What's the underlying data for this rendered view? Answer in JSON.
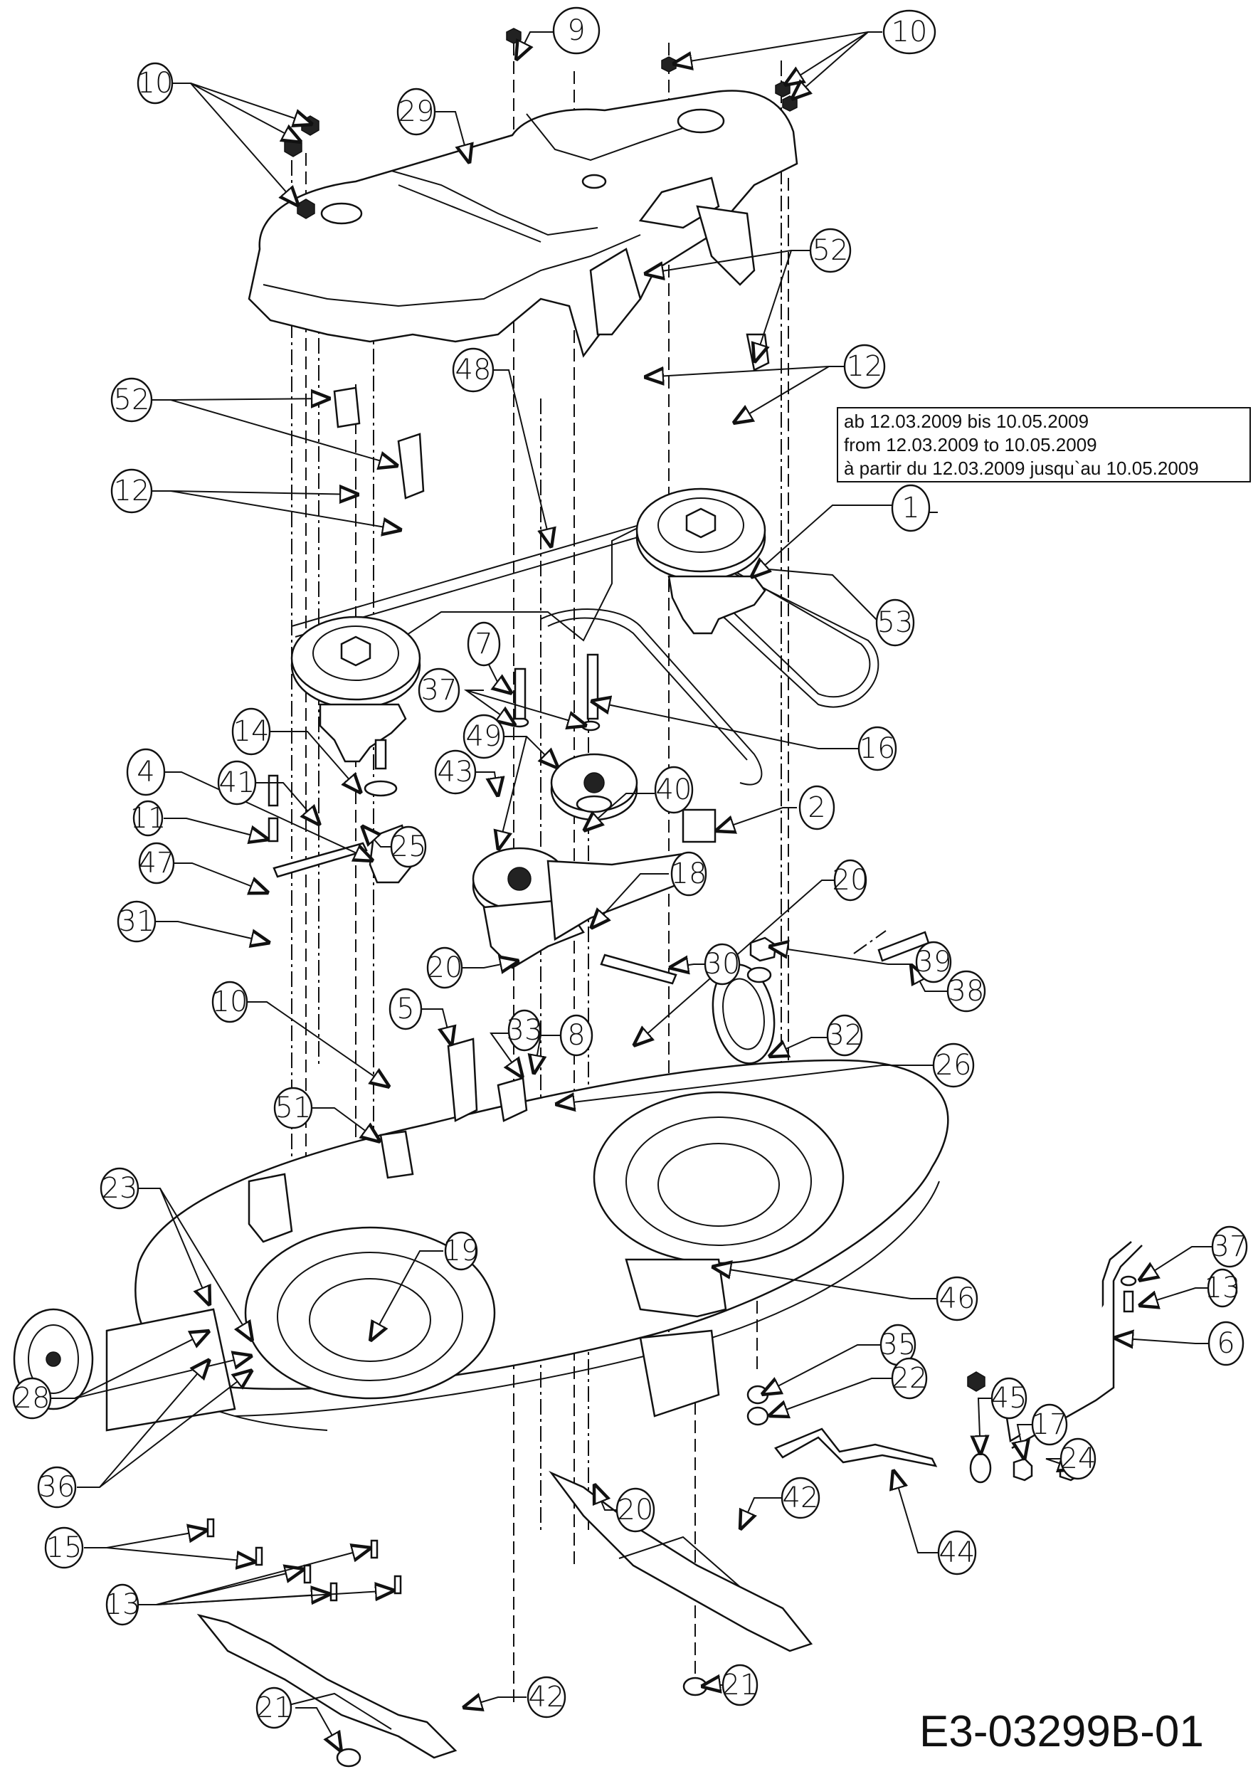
{
  "diagram": {
    "title": "Mower deck exploded parts diagram",
    "drawing_id": "E3-03299B-01",
    "validity_note": {
      "lines": [
        "ab 12.03.2009 bis 10.05.2009",
        "from 12.03.2009 to 10.05.2009",
        "à partir du 12.03.2009 jusqu`au 10.05.2009"
      ],
      "refers_to_part": "1"
    },
    "callouts": [
      {
        "id": "c9",
        "label": "9"
      },
      {
        "id": "c10a",
        "label": "10"
      },
      {
        "id": "c10b",
        "label": "10"
      },
      {
        "id": "c10c",
        "label": "10"
      },
      {
        "id": "c29",
        "label": "29"
      },
      {
        "id": "c52a",
        "label": "52"
      },
      {
        "id": "c52b",
        "label": "52"
      },
      {
        "id": "c12a",
        "label": "12"
      },
      {
        "id": "c12b",
        "label": "12"
      },
      {
        "id": "c1",
        "label": "1"
      },
      {
        "id": "c48",
        "label": "48"
      },
      {
        "id": "c53",
        "label": "53"
      },
      {
        "id": "c7",
        "label": "7"
      },
      {
        "id": "c16",
        "label": "16"
      },
      {
        "id": "c37a",
        "label": "37"
      },
      {
        "id": "c37b",
        "label": "37"
      },
      {
        "id": "c14",
        "label": "14"
      },
      {
        "id": "c49",
        "label": "49"
      },
      {
        "id": "c4",
        "label": "4"
      },
      {
        "id": "c43",
        "label": "43"
      },
      {
        "id": "c41",
        "label": "41"
      },
      {
        "id": "c25",
        "label": "25"
      },
      {
        "id": "c40",
        "label": "40"
      },
      {
        "id": "c2",
        "label": "2"
      },
      {
        "id": "c11",
        "label": "11"
      },
      {
        "id": "c47",
        "label": "47"
      },
      {
        "id": "c18",
        "label": "18"
      },
      {
        "id": "c31",
        "label": "31"
      },
      {
        "id": "c20a",
        "label": "20"
      },
      {
        "id": "c20b",
        "label": "20"
      },
      {
        "id": "c20c",
        "label": "20"
      },
      {
        "id": "c39",
        "label": "39"
      },
      {
        "id": "c30",
        "label": "30"
      },
      {
        "id": "c38",
        "label": "38"
      },
      {
        "id": "c5",
        "label": "5"
      },
      {
        "id": "c33",
        "label": "33"
      },
      {
        "id": "c8",
        "label": "8"
      },
      {
        "id": "c32",
        "label": "32"
      },
      {
        "id": "c26",
        "label": "26"
      },
      {
        "id": "c51",
        "label": "51"
      },
      {
        "id": "c23",
        "label": "23"
      },
      {
        "id": "c19",
        "label": "19"
      },
      {
        "id": "c46",
        "label": "46"
      },
      {
        "id": "c13a",
        "label": "13"
      },
      {
        "id": "c13b",
        "label": "13"
      },
      {
        "id": "c6",
        "label": "6"
      },
      {
        "id": "c35",
        "label": "35"
      },
      {
        "id": "c22",
        "label": "22"
      },
      {
        "id": "c45",
        "label": "45"
      },
      {
        "id": "c17",
        "label": "17"
      },
      {
        "id": "c24",
        "label": "24"
      },
      {
        "id": "c28",
        "label": "28"
      },
      {
        "id": "c36",
        "label": "36"
      },
      {
        "id": "c15",
        "label": "15"
      },
      {
        "id": "c44",
        "label": "44"
      },
      {
        "id": "c42a",
        "label": "42"
      },
      {
        "id": "c42b",
        "label": "42"
      },
      {
        "id": "c21a",
        "label": "21"
      },
      {
        "id": "c21b",
        "label": "21"
      }
    ]
  }
}
